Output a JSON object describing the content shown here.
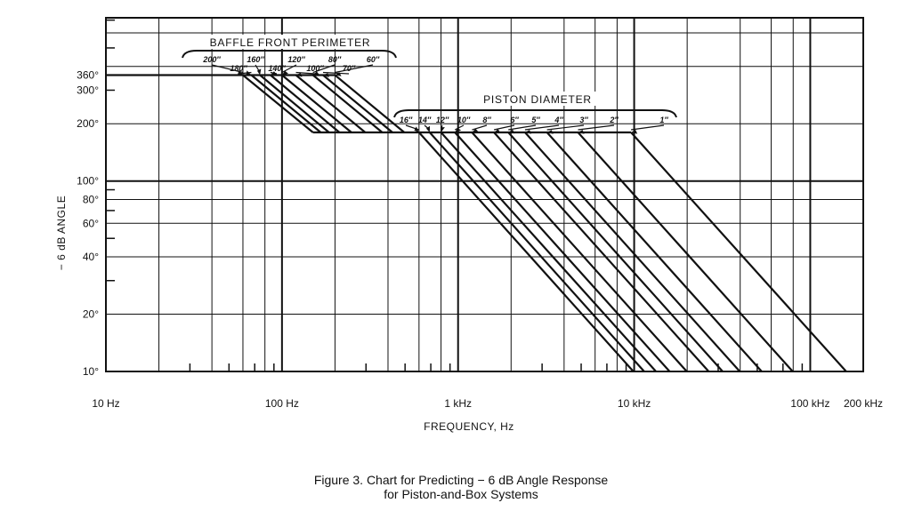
{
  "chart_data": {
    "type": "line",
    "title": "",
    "xlabel": "FREQUENCY, Hz",
    "ylabel": "− 6 dB ANGLE",
    "x_scale": "log",
    "y_scale": "log",
    "xlim": [
      10,
      200000
    ],
    "ylim": [
      10,
      720
    ],
    "grid": true,
    "x_tick_labels": [
      {
        "value": 10,
        "label": "10 Hz"
      },
      {
        "value": 100,
        "label": "100 Hz"
      },
      {
        "value": 1000,
        "label": "1 kHz"
      },
      {
        "value": 10000,
        "label": "10 kHz"
      },
      {
        "value": 100000,
        "label": "100 kHz"
      },
      {
        "value": 200000,
        "label": "200 kHz"
      }
    ],
    "y_tick_labels": [
      {
        "value": 360,
        "label": "360°"
      },
      {
        "value": 300,
        "label": "300°"
      },
      {
        "value": 200,
        "label": "200°"
      },
      {
        "value": 100,
        "label": "100°"
      },
      {
        "value": 80,
        "label": "80°"
      },
      {
        "value": 60,
        "label": "60°"
      },
      {
        "value": 40,
        "label": "40°"
      },
      {
        "value": 20,
        "label": "20°"
      },
      {
        "value": 10,
        "label": "10°"
      }
    ],
    "y_levels": {
      "baffle_top": 360,
      "piston_top": 180,
      "bottom": 10
    },
    "baffle_front_perimeter": {
      "label": "BAFFLE FRONT PERIMETER",
      "series": [
        {
          "name": "200″",
          "x": [
            60,
            150
          ]
        },
        {
          "name": "180″",
          "x": [
            67,
            166
          ]
        },
        {
          "name": "160″",
          "x": [
            75,
            185
          ]
        },
        {
          "name": "140″",
          "x": [
            86,
            212
          ]
        },
        {
          "name": "120″",
          "x": [
            100,
            248
          ]
        },
        {
          "name": "100″",
          "x": [
            120,
            297
          ]
        },
        {
          "name": "80″",
          "x": [
            150,
            371
          ]
        },
        {
          "name": "70″",
          "x": [
            171,
            424
          ]
        },
        {
          "name": "60″",
          "x": [
            200,
            495
          ]
        }
      ]
    },
    "piston_diameter": {
      "label": "PISTON DIAMETER",
      "series": [
        {
          "name": "16″",
          "x": [
            600,
            9900
          ]
        },
        {
          "name": "14″",
          "x": [
            690,
            11400
          ]
        },
        {
          "name": "12″",
          "x": [
            800,
            13300
          ]
        },
        {
          "name": "10″",
          "x": [
            960,
            15900
          ]
        },
        {
          "name": "8″",
          "x": [
            1200,
            19900
          ]
        },
        {
          "name": "6″",
          "x": [
            1600,
            26500
          ]
        },
        {
          "name": "5″",
          "x": [
            1930,
            31800
          ]
        },
        {
          "name": "4″",
          "x": [
            2400,
            39800
          ]
        },
        {
          "name": "3″",
          "x": [
            3200,
            53000
          ]
        },
        {
          "name": "2″",
          "x": [
            4800,
            79500
          ]
        },
        {
          "name": "1″",
          "x": [
            9600,
            160000
          ]
        }
      ]
    }
  },
  "caption": {
    "line1": "Figure 3. Chart for Predicting − 6 dB Angle Response",
    "line2": "for Piston-and-Box Systems"
  }
}
